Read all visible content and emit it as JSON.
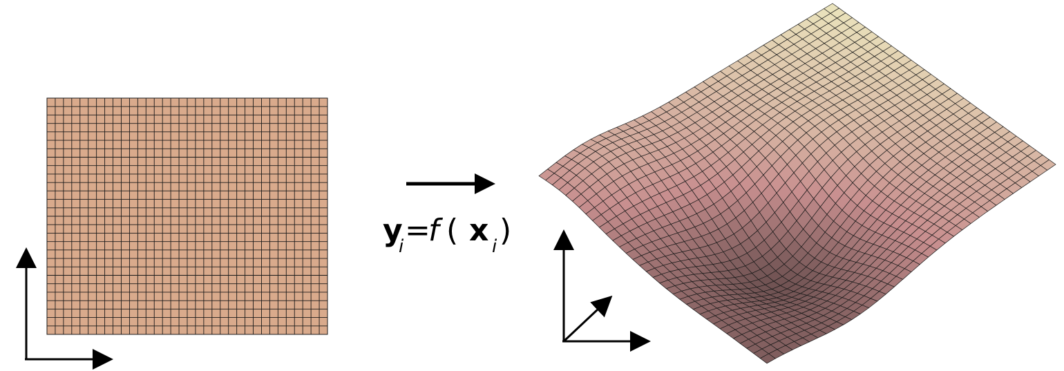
{
  "diagram": {
    "equation": {
      "y": "y",
      "sub_y": "i",
      "equals": "=",
      "f": "f",
      "open_paren": " (",
      "x": "x",
      "sub_x": "i",
      "close_paren": ")"
    },
    "colors": {
      "grid_fill": "#d9aa8c",
      "grid_line": "#1a1a1a",
      "surface_low": "#3a2e2e",
      "surface_mid": "#c88f8f",
      "surface_high": "#efeec2",
      "arrow": "#000000"
    },
    "source_grid": {
      "rows": 28,
      "cols": 34
    },
    "surface_grid": {
      "rows": 34,
      "cols": 34
    }
  }
}
